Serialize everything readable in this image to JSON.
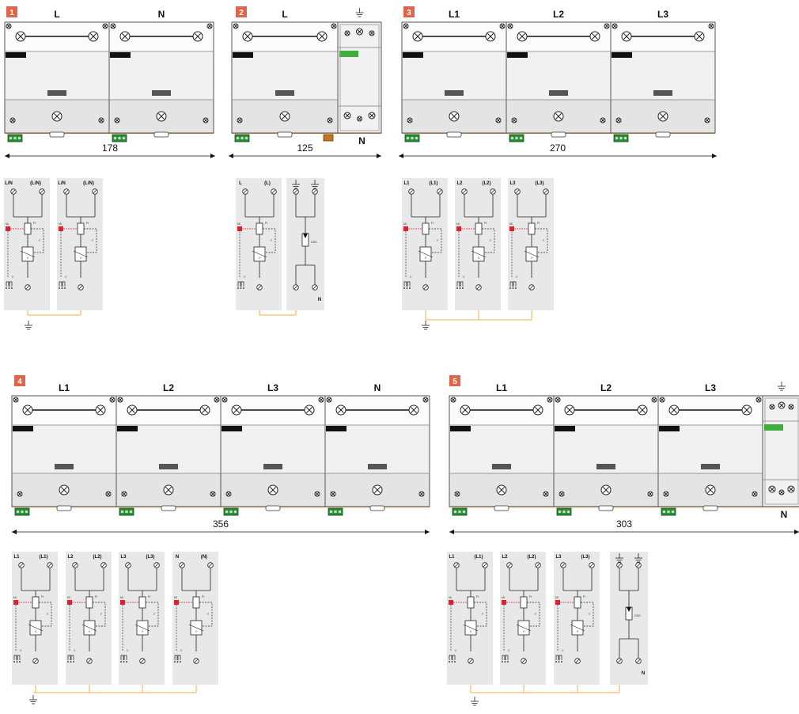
{
  "panels": [
    {
      "number": "1",
      "modules": [
        {
          "label": "L",
          "type": "spd"
        },
        {
          "label": "N",
          "type": "spd"
        }
      ],
      "width": "178",
      "schematic": [
        {
          "type": "spd",
          "top": "L/N",
          "top_r": "(L/N)"
        },
        {
          "type": "spd",
          "top": "L/N",
          "top_r": "(L/N)"
        }
      ]
    },
    {
      "number": "2",
      "modules": [
        {
          "label": "L",
          "type": "spd"
        },
        {
          "label": "",
          "type": "gsg",
          "bottom": "N"
        }
      ],
      "width": "125",
      "schematic": [
        {
          "type": "spd",
          "top": "L",
          "top_r": "(L)"
        },
        {
          "type": "gsg",
          "bottom": "N"
        }
      ]
    },
    {
      "number": "3",
      "modules": [
        {
          "label": "L1",
          "type": "spd"
        },
        {
          "label": "L2",
          "type": "spd"
        },
        {
          "label": "L3",
          "type": "spd"
        }
      ],
      "width": "270",
      "schematic": [
        {
          "type": "spd",
          "top": "L1",
          "top_r": "(L1)"
        },
        {
          "type": "spd",
          "top": "L2",
          "top_r": "(L2)"
        },
        {
          "type": "spd",
          "top": "L3",
          "top_r": "(L3)"
        }
      ]
    },
    {
      "number": "4",
      "modules": [
        {
          "label": "L1",
          "type": "spd"
        },
        {
          "label": "L2",
          "type": "spd"
        },
        {
          "label": "L3",
          "type": "spd"
        },
        {
          "label": "N",
          "type": "spd"
        }
      ],
      "width": "356",
      "schematic": [
        {
          "type": "spd",
          "top": "L1",
          "top_r": "(L1)"
        },
        {
          "type": "spd",
          "top": "L2",
          "top_r": "(L2)"
        },
        {
          "type": "spd",
          "top": "L3",
          "top_r": "(L3)"
        },
        {
          "type": "spd",
          "top": "N",
          "top_r": "(N)"
        }
      ]
    },
    {
      "number": "5",
      "modules": [
        {
          "label": "L1",
          "type": "spd"
        },
        {
          "label": "L2",
          "type": "spd"
        },
        {
          "label": "L3",
          "type": "spd"
        },
        {
          "label": "",
          "type": "gsg",
          "bottom": "N"
        }
      ],
      "width": "303",
      "schematic": [
        {
          "type": "spd",
          "top": "L1",
          "top_r": "(L1)"
        },
        {
          "type": "spd",
          "top": "L2",
          "top_r": "(L2)"
        },
        {
          "type": "spd",
          "top": "L3",
          "top_r": "(L3)"
        },
        {
          "type": "gsg",
          "bottom": "N"
        }
      ]
    }
  ],
  "schematic_text": {
    "mi": "MI",
    "ft": "Ft",
    "t": "t°",
    "v": "V",
    "c": "C",
    "gsg": "GSG",
    "contacts": [
      "11",
      "12",
      "14"
    ]
  },
  "colors": {
    "badge": "#e0664b",
    "module_body": "#f1f1f1",
    "module_band": "#e4e4e4",
    "module_border": "#555555",
    "rail": "#e8a030",
    "terminal": "#2c8a3a",
    "indicator": "#555555",
    "status_bar": "#111111",
    "gsg_window": "#3fae3f",
    "schematic_bg": "#e8e8e8",
    "mi_square": "#d9232d",
    "pe_wire": "#f0b040"
  }
}
